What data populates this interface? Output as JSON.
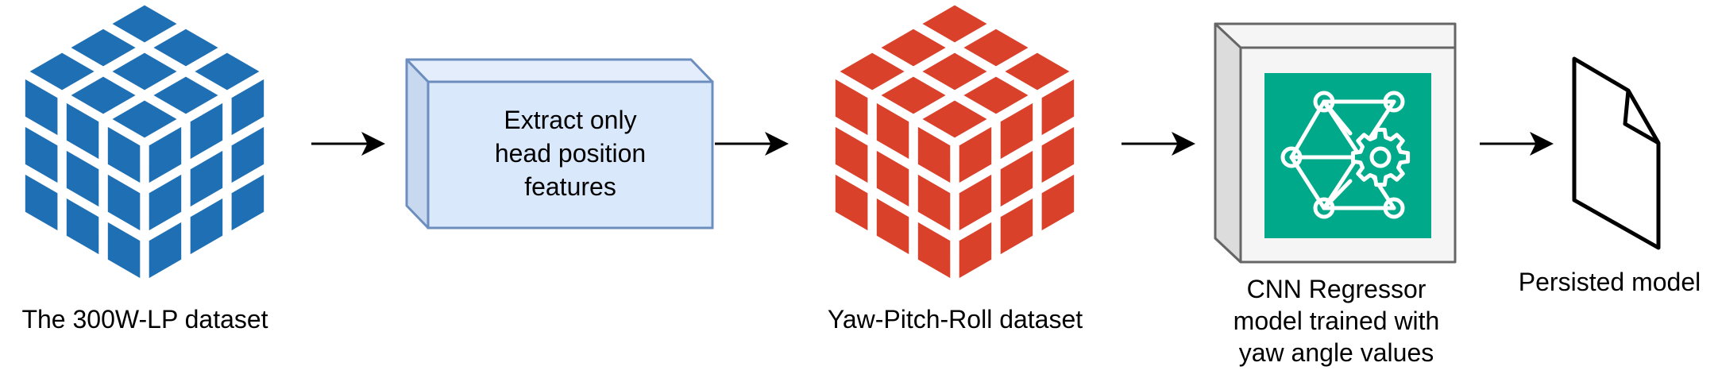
{
  "nodes": {
    "source_dataset": {
      "label": "The 300W-LP dataset",
      "color": "#1f6fb5"
    },
    "extract_step": {
      "line1": "Extract only",
      "line2": "head position",
      "line3": "features",
      "fill": "#dae8fc",
      "stroke": "#6c8ebf"
    },
    "ypr_dataset": {
      "label": "Yaw-Pitch-Roll dataset",
      "color": "#d9412b"
    },
    "cnn_model": {
      "line1": "CNN Regressor",
      "line2": "model trained with",
      "line3": "yaw angle values",
      "icon_bg": "#00a98a"
    },
    "persisted_model": {
      "label": "Persisted model"
    }
  },
  "icons": {
    "source_cube": "cube-grid-icon",
    "ypr_cube": "cube-grid-icon",
    "cnn": "neural-network-gear-icon",
    "persisted": "document-icon"
  }
}
